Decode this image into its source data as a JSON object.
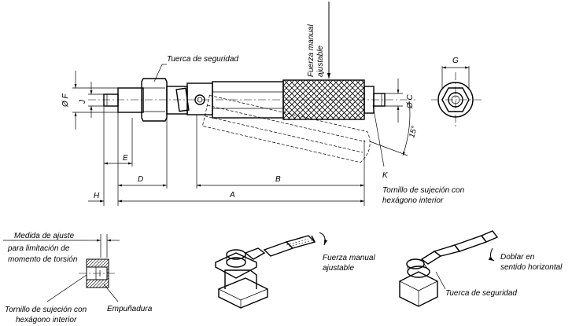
{
  "labels": {
    "fuerza_manual_top": "Fuerza manual",
    "ajustable_top": "ajustable",
    "tuerca_top": "Tuerca de seguridad",
    "k": "K",
    "tornillo_right_1": "Tornillo de sujeción con",
    "tornillo_right_2": "hexágono interior",
    "medida_1": "Medida de ajuste",
    "medida_2": "para limitación de",
    "medida_3": "momento de torsión",
    "tornillo_left_1": "Tornillo de sujeción con",
    "tornillo_left_2": "hexágono interior",
    "empunadura": "Empuñadura",
    "fuerza_mid_1": "Fuerza manual",
    "fuerza_mid_2": "ajustable",
    "doblar_1": "Doblar en",
    "doblar_2": "sentido horizontal",
    "tuerca_bottom": "Tuerca de seguridad"
  },
  "dimensions": {
    "f": "Ø F",
    "j": "J",
    "c": "Ø C",
    "g": "G",
    "angle": "15°",
    "e": "E",
    "d": "D",
    "b": "B",
    "h": "H",
    "a": "A"
  }
}
